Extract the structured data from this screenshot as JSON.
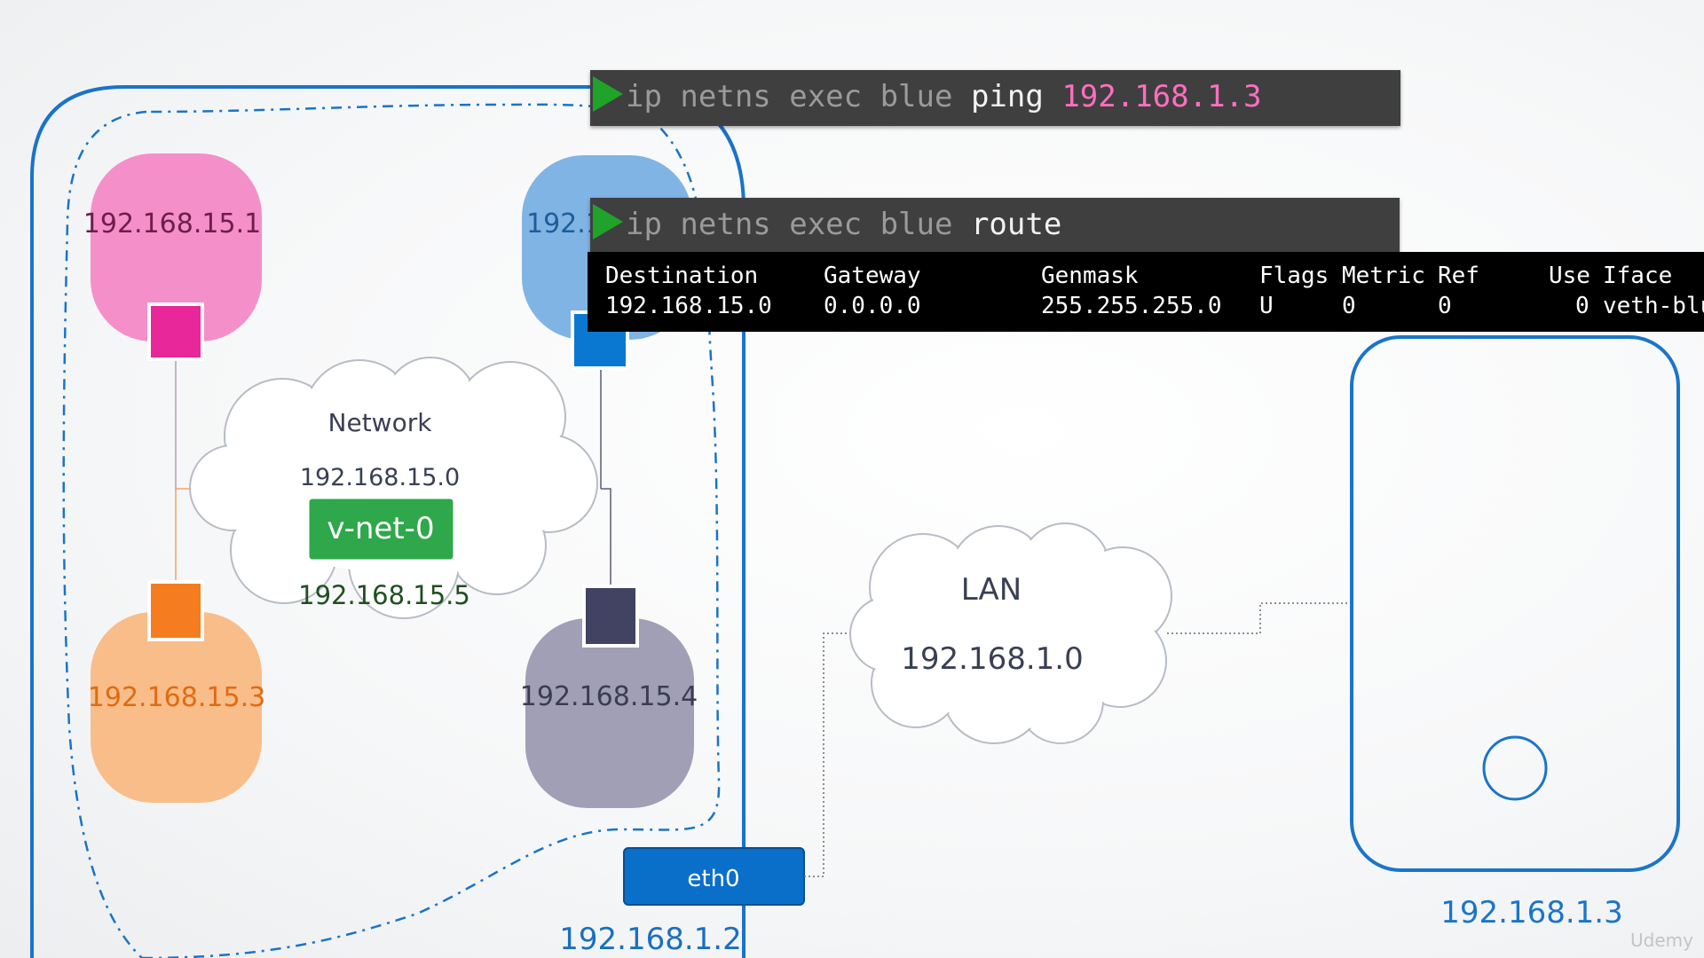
{
  "terminals": {
    "ping": {
      "cmd_dim": "ip netns exec blue ",
      "cmd_word": "ping",
      "target": "192.168.1.3"
    },
    "route": {
      "cmd_dim": "ip netns exec blue ",
      "cmd_word": "route",
      "headers": [
        "Destination",
        "Gateway",
        "Genmask",
        "Flags",
        "Metric",
        "Ref",
        "Use",
        "Iface"
      ],
      "rows": [
        [
          "192.168.15.0",
          "0.0.0.0",
          "255.255.255.0",
          "U",
          "0",
          "0",
          "0",
          "veth-blue"
        ]
      ]
    }
  },
  "host": {
    "namespaces": {
      "pink": {
        "ip": "192.168.15.1",
        "color": "#f48fc9",
        "port_color": "#e8279a"
      },
      "blue": {
        "ip": "192.1",
        "color": "#80b4e4",
        "port_color": "#0a78d1"
      },
      "orange": {
        "ip": "192.168.15.3",
        "color": "#f9bd8a",
        "port_color": "#f57d1f",
        "text_color": "#e06b12"
      },
      "gray": {
        "ip": "192.168.15.4",
        "color": "#a09fb6",
        "port_color": "#424262",
        "text_color": "#3b3b55"
      }
    },
    "bridge_network": {
      "label": "Network",
      "subnet": "192.168.15.0",
      "bridge_label": "v-net-0",
      "bridge_ip": "192.168.15.5",
      "bridge_color": "#2ea84a"
    },
    "eth0": {
      "label": "eth0",
      "ip": "192.168.1.2",
      "color": "#0a6fc9"
    }
  },
  "lan": {
    "label": "LAN",
    "subnet": "192.168.1.0"
  },
  "remote_host": {
    "ip": "192.168.1.3",
    "border_color": "#1a75c9"
  },
  "watermark": "Udemy"
}
